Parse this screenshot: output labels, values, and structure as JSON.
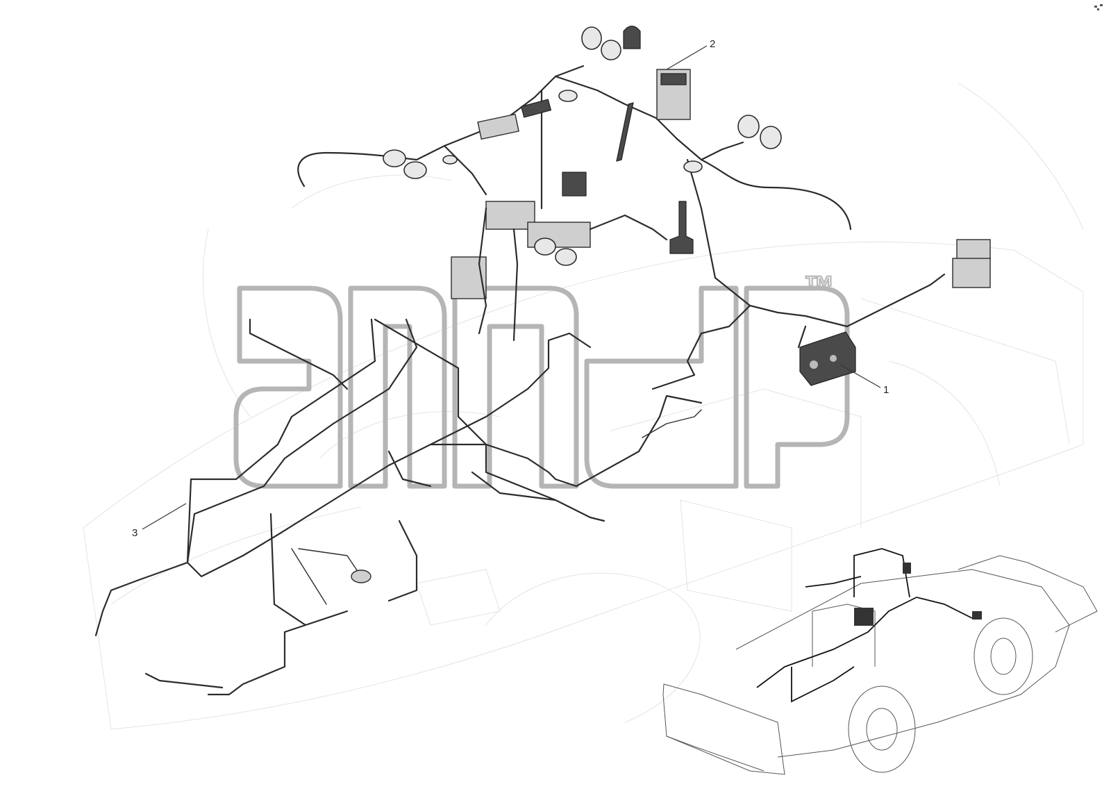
{
  "diagram": {
    "callouts": [
      {
        "id": "1",
        "label": "1"
      },
      {
        "id": "2",
        "label": "2"
      },
      {
        "id": "3",
        "label": "3"
      }
    ],
    "watermark": {
      "trademark": "™"
    }
  }
}
